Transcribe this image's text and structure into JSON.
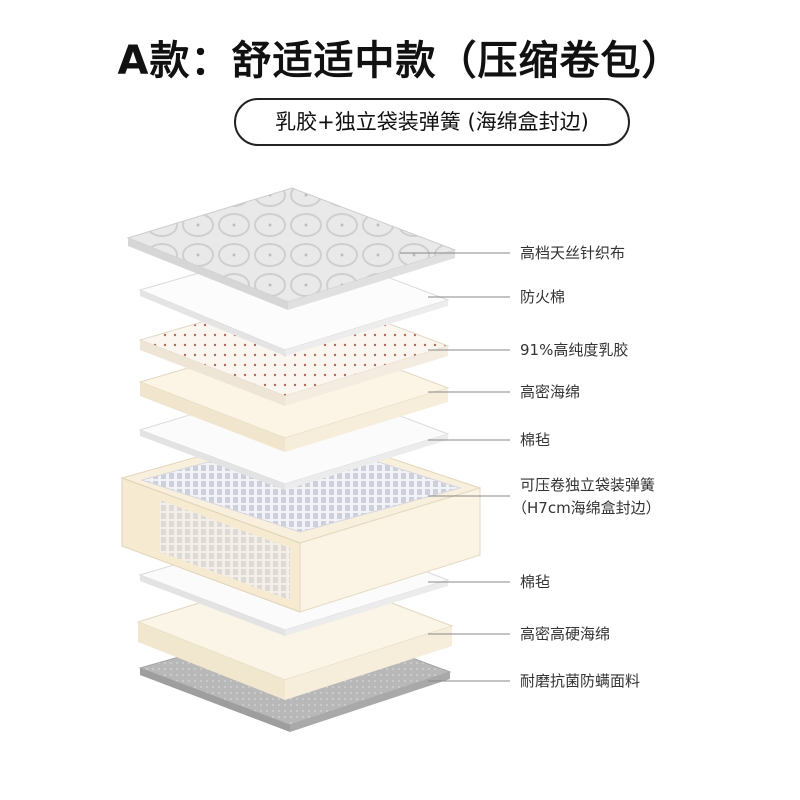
{
  "title": "A款：舒适适中款（压缩卷包）",
  "subtitle": "乳胶+独立袋装弹簧 (海绵盒封边)",
  "layers": [
    {
      "label": "高档天丝针织布",
      "sub": ""
    },
    {
      "label": "防火棉",
      "sub": ""
    },
    {
      "label": "91%高纯度乳胶",
      "sub": ""
    },
    {
      "label": "高密海绵",
      "sub": ""
    },
    {
      "label": "棉毡",
      "sub": ""
    },
    {
      "label": "可压卷独立袋装弹簧",
      "sub": "（H7cm海绵盒封边）"
    },
    {
      "label": "棉毡",
      "sub": ""
    },
    {
      "label": "高密高硬海绵",
      "sub": ""
    },
    {
      "label": "耐磨抗菌防螨面料",
      "sub": ""
    }
  ],
  "colors": {
    "fabric": "#ececec",
    "white": "#fafafa",
    "latex": "#faf5ee",
    "foam": "#fbf3e2",
    "spring": "#e9eaf0",
    "bottom": "#b9b9b9",
    "leader": "#888888"
  }
}
